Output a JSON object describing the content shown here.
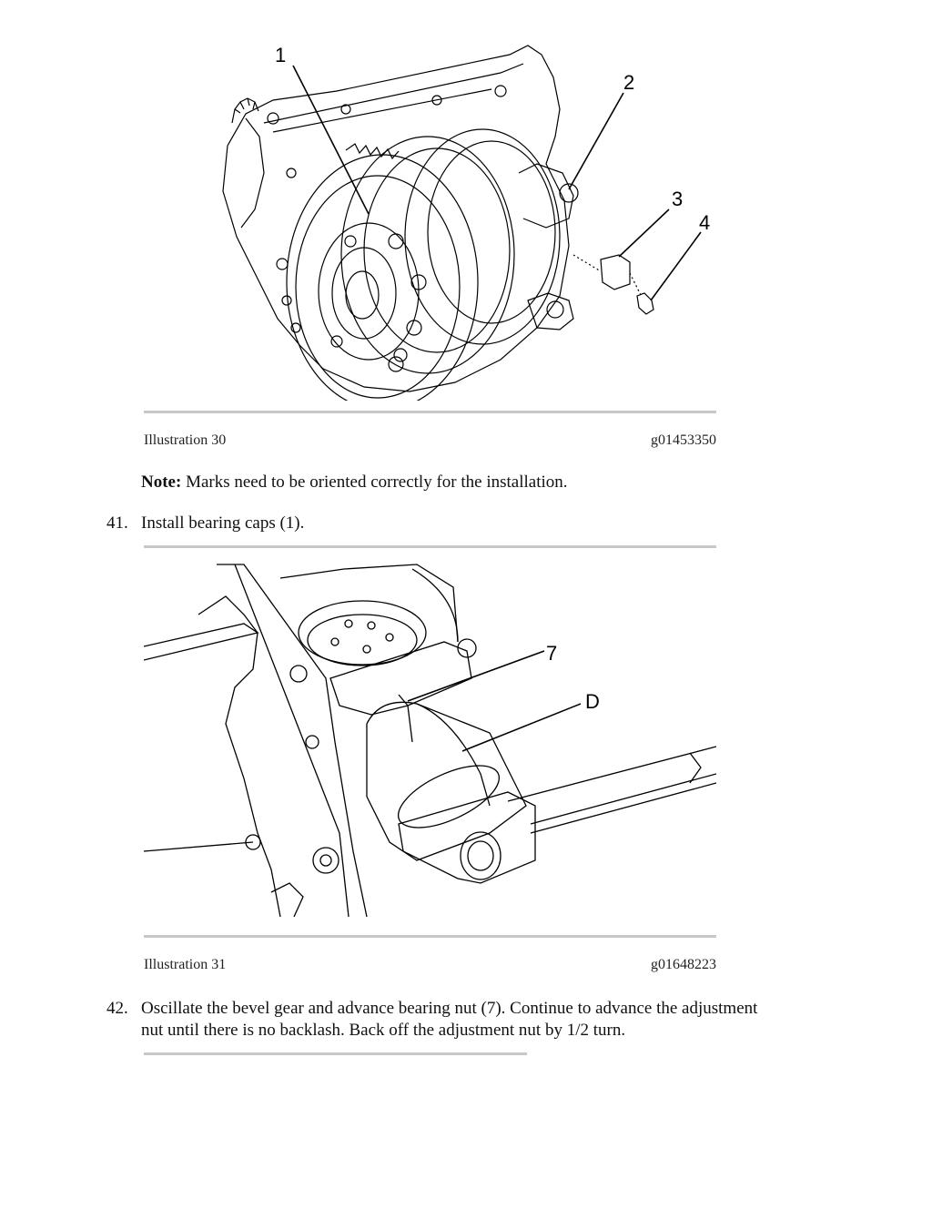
{
  "figure1": {
    "callouts": [
      "1",
      "2",
      "3",
      "4"
    ],
    "caption_left": "Illustration 30",
    "caption_right": "g01453350"
  },
  "note": {
    "label": "Note:",
    "text": " Marks need to be oriented correctly for the installation."
  },
  "step41": {
    "number": "41.",
    "text": "Install bearing caps (1)."
  },
  "figure2": {
    "callouts": [
      "7",
      "D"
    ],
    "caption_left": "Illustration 31",
    "caption_right": "g01648223"
  },
  "step42": {
    "number": "42.",
    "line1": "Oscillate the bevel gear and advance bearing nut (7). Continue to advance the adjustment",
    "line2": "nut until there is no backlash. Back off the adjustment nut by 1/2 turn."
  }
}
